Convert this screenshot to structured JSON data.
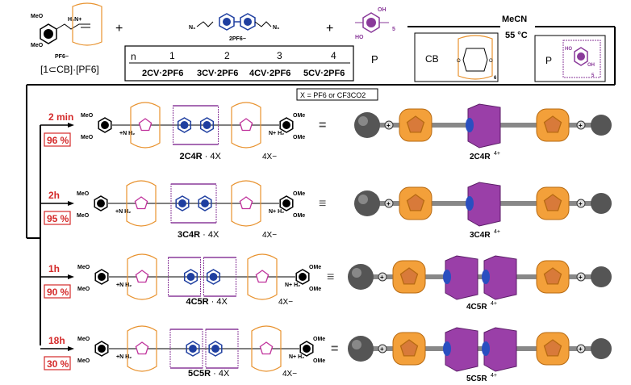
{
  "reactants": {
    "axle_label": "[1⊂CB]·[PF6]",
    "axle_counterion": "PF6−",
    "viologen_counterion": "2PF6−",
    "plus1": "+",
    "plus2": "+",
    "pillar_label": "P",
    "n_label": "n",
    "pillar_repeat": "5"
  },
  "table": {
    "header": "n",
    "columns": [
      {
        "n": "1",
        "compound": "2CV·2PF6"
      },
      {
        "n": "2",
        "compound": "3CV·2PF6"
      },
      {
        "n": "3",
        "compound": "4CV·2PF6"
      },
      {
        "n": "4",
        "compound": "5CV·2PF6"
      }
    ]
  },
  "conditions": {
    "solvent": "MeCN",
    "temperature": "55 °C"
  },
  "legend_boxes": [
    {
      "label": "CB",
      "repeat": "6"
    },
    {
      "label": "P",
      "repeat": "5"
    }
  ],
  "anion_note": "X = PF6 or CF3CO2",
  "colors": {
    "red": "#d42a2a",
    "orange": "#e8922e",
    "purple": "#8a3a9a",
    "magenta": "#c0329c",
    "blue": "#1f3fa0",
    "gray": "#555555"
  },
  "rows": [
    {
      "time": "2 min",
      "yield": "96 %",
      "label": "2C4R",
      "suffix": "· 4X",
      "counter": "4X−",
      "cartoon_label": "2C4R",
      "charge": "4+",
      "pillars": 1,
      "equals": "="
    },
    {
      "time": "2h",
      "yield": "95 %",
      "label": "3C4R",
      "suffix": "· 4X",
      "counter": "4X−",
      "cartoon_label": "3C4R",
      "charge": "4+",
      "pillars": 1,
      "equals": "≡"
    },
    {
      "time": "1h",
      "yield": "90 %",
      "label": "4C5R",
      "suffix": "· 4X",
      "counter": "4X−",
      "cartoon_label": "4C5R",
      "charge": "4+",
      "pillars": 2,
      "equals": "≡"
    },
    {
      "time": "18h",
      "yield": "30 %",
      "label": "5C5R",
      "suffix": "· 4X",
      "counter": "4X−",
      "cartoon_label": "5C5R",
      "charge": "4+",
      "pillars": 2,
      "equals": "="
    }
  ]
}
